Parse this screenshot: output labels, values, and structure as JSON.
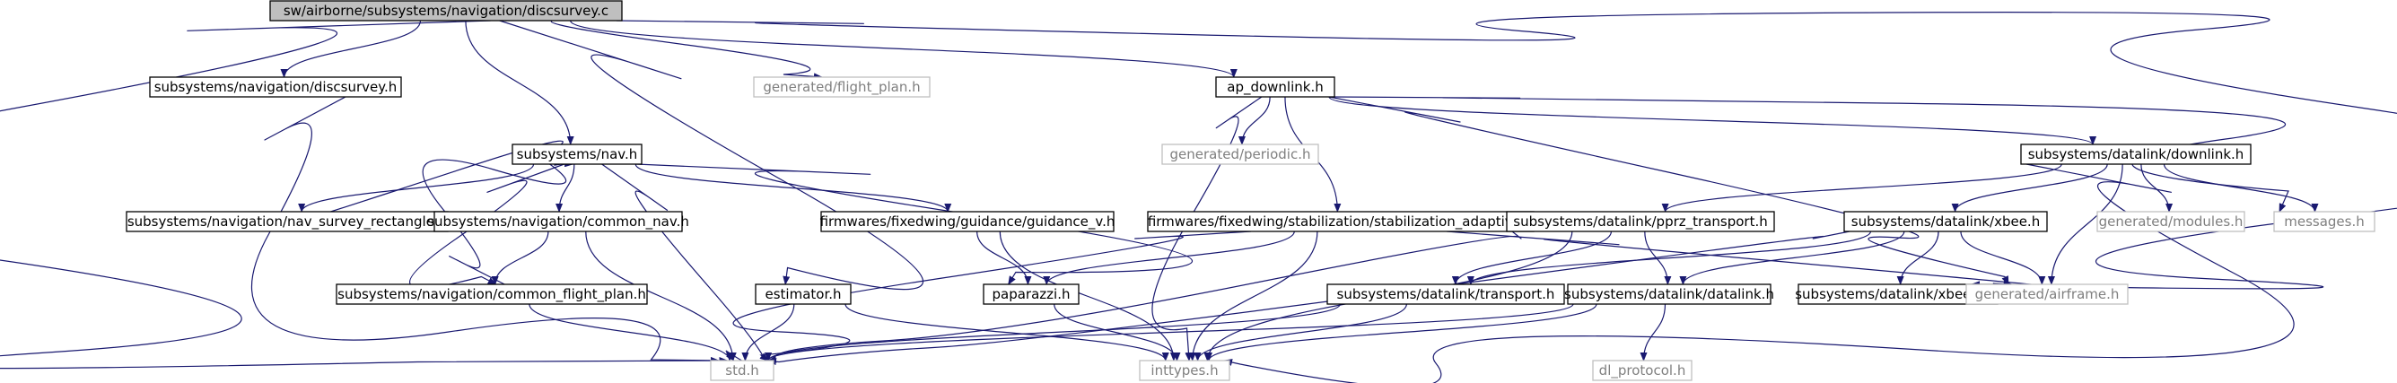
{
  "graph": {
    "colors": {
      "edge": "#191970",
      "focus_fill": "#bfbfbf",
      "plain_border": "#bfbfbf",
      "plain_text": "#7f7f7f"
    },
    "nodes": [
      {
        "id": "discsurvey_c",
        "label": "sw/airborne/subsystems/navigation/discsurvey.c",
        "style": "focus"
      },
      {
        "id": "discsurvey_h",
        "label": "subsystems/navigation/discsurvey.h",
        "style": "linked"
      },
      {
        "id": "flight_plan_h",
        "label": "generated/flight_plan.h",
        "style": "plain"
      },
      {
        "id": "ap_downlink_h",
        "label": "ap_downlink.h",
        "style": "linked"
      },
      {
        "id": "nav_h",
        "label": "subsystems/nav.h",
        "style": "linked"
      },
      {
        "id": "periodic_h",
        "label": "generated/periodic.h",
        "style": "plain"
      },
      {
        "id": "downlink_h",
        "label": "subsystems/datalink/downlink.h",
        "style": "linked"
      },
      {
        "id": "nav_survey_rect_h",
        "label": "subsystems/navigation/nav_survey_rectangle.h",
        "style": "linked"
      },
      {
        "id": "common_nav_h",
        "label": "subsystems/navigation/common_nav.h",
        "style": "linked"
      },
      {
        "id": "guidance_v_h",
        "label": "firmwares/fixedwing/guidance/guidance_v.h",
        "style": "linked"
      },
      {
        "id": "stab_adaptive_h",
        "label": "firmwares/fixedwing/stabilization/stabilization_adaptive.h",
        "style": "linked"
      },
      {
        "id": "pprz_transport_h",
        "label": "subsystems/datalink/pprz_transport.h",
        "style": "linked"
      },
      {
        "id": "xbee_h",
        "label": "subsystems/datalink/xbee.h",
        "style": "linked"
      },
      {
        "id": "modules_h",
        "label": "generated/modules.h",
        "style": "plain"
      },
      {
        "id": "messages_h",
        "label": "messages.h",
        "style": "plain"
      },
      {
        "id": "common_fp_h",
        "label": "subsystems/navigation/common_flight_plan.h",
        "style": "linked"
      },
      {
        "id": "estimator_h",
        "label": "estimator.h",
        "style": "linked"
      },
      {
        "id": "paparazzi_h",
        "label": "paparazzi.h",
        "style": "linked"
      },
      {
        "id": "transport_h",
        "label": "subsystems/datalink/transport.h",
        "style": "linked"
      },
      {
        "id": "datalink_h",
        "label": "subsystems/datalink/datalink.h",
        "style": "linked"
      },
      {
        "id": "xbee24_h",
        "label": "subsystems/datalink/xbee24.h",
        "style": "linked"
      },
      {
        "id": "airframe_h",
        "label": "generated/airframe.h",
        "style": "plain"
      },
      {
        "id": "std_h",
        "label": "std.h",
        "style": "plain"
      },
      {
        "id": "inttypes_h",
        "label": "inttypes.h",
        "style": "plain"
      },
      {
        "id": "dl_protocol_h",
        "label": "dl_protocol.h",
        "style": "plain"
      }
    ],
    "edges": [
      [
        "discsurvey_c",
        "discsurvey_h"
      ],
      [
        "discsurvey_c",
        "flight_plan_h"
      ],
      [
        "discsurvey_c",
        "ap_downlink_h"
      ],
      [
        "discsurvey_c",
        "nav_h"
      ],
      [
        "discsurvey_c",
        "estimator_h"
      ],
      [
        "discsurvey_c",
        "airframe_h"
      ],
      [
        "discsurvey_c",
        "std_h"
      ],
      [
        "discsurvey_h",
        "std_h"
      ],
      [
        "ap_downlink_h",
        "periodic_h"
      ],
      [
        "ap_downlink_h",
        "downlink_h"
      ],
      [
        "ap_downlink_h",
        "stab_adaptive_h"
      ],
      [
        "ap_downlink_h",
        "inttypes_h"
      ],
      [
        "ap_downlink_h",
        "messages_h"
      ],
      [
        "ap_downlink_h",
        "airframe_h"
      ],
      [
        "nav_h",
        "nav_survey_rect_h"
      ],
      [
        "nav_h",
        "common_nav_h"
      ],
      [
        "nav_h",
        "guidance_v_h"
      ],
      [
        "nav_h",
        "common_fp_h"
      ],
      [
        "nav_h",
        "paparazzi_h"
      ],
      [
        "nav_h",
        "std_h"
      ],
      [
        "nav_survey_rect_h",
        "nav_h"
      ],
      [
        "common_fp_h",
        "nav_h"
      ],
      [
        "common_nav_h",
        "common_fp_h"
      ],
      [
        "common_nav_h",
        "std_h"
      ],
      [
        "common_fp_h",
        "std_h"
      ],
      [
        "guidance_v_h",
        "paparazzi_h"
      ],
      [
        "guidance_v_h",
        "inttypes_h"
      ],
      [
        "estimator_h",
        "std_h"
      ],
      [
        "estimator_h",
        "inttypes_h"
      ],
      [
        "paparazzi_h",
        "inttypes_h"
      ],
      [
        "stab_adaptive_h",
        "paparazzi_h"
      ],
      [
        "stab_adaptive_h",
        "std_h"
      ],
      [
        "stab_adaptive_h",
        "airframe_h"
      ],
      [
        "stab_adaptive_h",
        "inttypes_h"
      ],
      [
        "downlink_h",
        "pprz_transport_h"
      ],
      [
        "downlink_h",
        "xbee_h"
      ],
      [
        "downlink_h",
        "modules_h"
      ],
      [
        "downlink_h",
        "messages_h"
      ],
      [
        "downlink_h",
        "airframe_h"
      ],
      [
        "downlink_h",
        "inttypes_h"
      ],
      [
        "pprz_transport_h",
        "transport_h"
      ],
      [
        "pprz_transport_h",
        "datalink_h"
      ],
      [
        "pprz_transport_h",
        "std_h"
      ],
      [
        "pprz_transport_h",
        "inttypes_h"
      ],
      [
        "xbee_h",
        "transport_h"
      ],
      [
        "xbee_h",
        "datalink_h"
      ],
      [
        "xbee_h",
        "xbee24_h"
      ],
      [
        "xbee_h",
        "airframe_h"
      ],
      [
        "xbee_h",
        "std_h"
      ],
      [
        "transport_h",
        "std_h"
      ],
      [
        "transport_h",
        "inttypes_h"
      ],
      [
        "datalink_h",
        "std_h"
      ],
      [
        "datalink_h",
        "inttypes_h"
      ],
      [
        "datalink_h",
        "dl_protocol_h"
      ]
    ]
  }
}
